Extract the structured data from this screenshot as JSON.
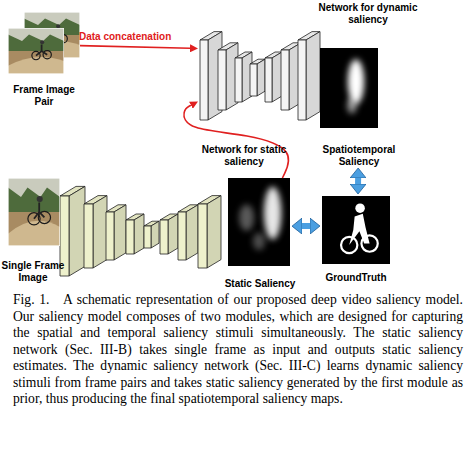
{
  "diagram": {
    "caption": "Fig. 1.   A schematic representation of our proposed deep video saliency model. Our saliency model composes of two modules, which are designed for capturing the spatial and temporal saliency stimuli simultaneously. The static saliency network (Sec. III-B) takes single frame as input and outputs static saliency estimates. The dynamic saliency network (Sec. III-C) learns dynamic saliency stimuli from frame pairs and takes static saliency generated by the first module as prior, thus producing the final spatiotemporal saliency maps.",
    "nodes": [
      {
        "text": [
          "Network for dynamic saliency"
        ]
      },
      {
        "text": [
          "Frame Image Pair"
        ]
      },
      {
        "text": [
          "Spatiotemporal Saliency"
        ]
      },
      {
        "text": [
          "Network for static saliency"
        ]
      },
      {
        "text": [
          "Single Frame Image"
        ]
      },
      {
        "text": [
          "Static Saliency"
        ]
      },
      {
        "text": [
          "GroundTruth"
        ]
      }
    ],
    "edges": [
      {
        "from": 1,
        "to": 0,
        "label": "Data concatenation",
        "arrow": "to"
      },
      {
        "from": 5,
        "to": 0,
        "arrow": "to"
      },
      {
        "from": 2,
        "to": 6,
        "arrow": "both"
      },
      {
        "from": 5,
        "to": 6,
        "arrow": "both"
      }
    ]
  }
}
